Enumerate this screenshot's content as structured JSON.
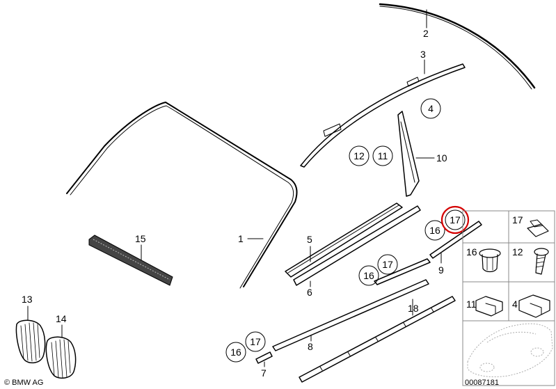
{
  "labels": {
    "p1": "1",
    "p2": "2",
    "p3": "3",
    "p4": "4",
    "p5": "5",
    "p6": "6",
    "p7": "7",
    "p8": "8",
    "p9": "9",
    "p10": "10",
    "p11": "11",
    "p12": "12",
    "p13": "13",
    "p14": "14",
    "p15": "15",
    "p16": "16",
    "p17": "17",
    "p18": "18"
  },
  "circled": {
    "c4": "4",
    "c12": "12",
    "c11": "11",
    "c16a": "16",
    "c17a": "17",
    "c16b": "16",
    "c17b": "17",
    "c16c": "16",
    "c17c": "17"
  },
  "legend": {
    "l17": "17",
    "l16": "16",
    "l12": "12",
    "l11": "11",
    "l4": "4"
  },
  "highlight_color": "#d40000",
  "copyright": "© BMW AG",
  "diagram_number": "00087181"
}
